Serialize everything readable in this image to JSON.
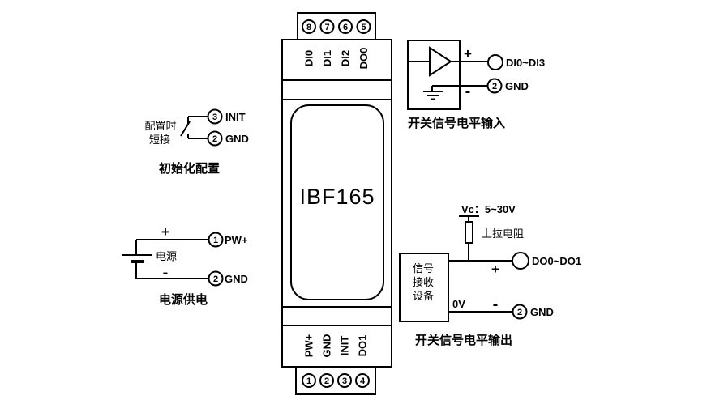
{
  "module": {
    "name": "IBF165",
    "top_connector": {
      "terminals": [
        "8",
        "7",
        "6",
        "5"
      ],
      "pins": [
        "DI0",
        "DI1",
        "DI2",
        "DO0"
      ]
    },
    "bottom_connector": {
      "terminals": [
        "1",
        "2",
        "3",
        "4"
      ],
      "pins": [
        "PW+",
        "GND",
        "INIT",
        "DO1"
      ]
    }
  },
  "init_config": {
    "note_line1": "配置时",
    "note_line2": "短接",
    "terminal3": {
      "number": "3",
      "label": "INIT"
    },
    "terminal2": {
      "number": "2",
      "label": "GND"
    },
    "caption": "初始化配置"
  },
  "power": {
    "source_label": "电源",
    "plus_sign": "+",
    "minus_sign": "-",
    "terminal1": {
      "number": "1",
      "label": "PW+"
    },
    "terminal2": {
      "number": "2",
      "label": "GND"
    },
    "caption": "电源供电"
  },
  "switch_input": {
    "plus_sign": "+",
    "minus_sign": "-",
    "di_terminal_label": "DI0~DI3",
    "gnd_terminal": {
      "number": "2",
      "label": "GND"
    },
    "caption": "开关信号电平输入"
  },
  "switch_output": {
    "vcc_label": "Vc：5~30V",
    "pullup_label": "上拉电阻",
    "receiver_line1": "信号",
    "receiver_line2": "接收",
    "receiver_line3": "设备",
    "zero_v_label": "0V",
    "plus_sign": "+",
    "minus_sign": "-",
    "do_terminal_label": "DO0~DO1",
    "gnd_terminal": {
      "number": "2",
      "label": "GND"
    },
    "caption": "开关信号电平输出"
  }
}
